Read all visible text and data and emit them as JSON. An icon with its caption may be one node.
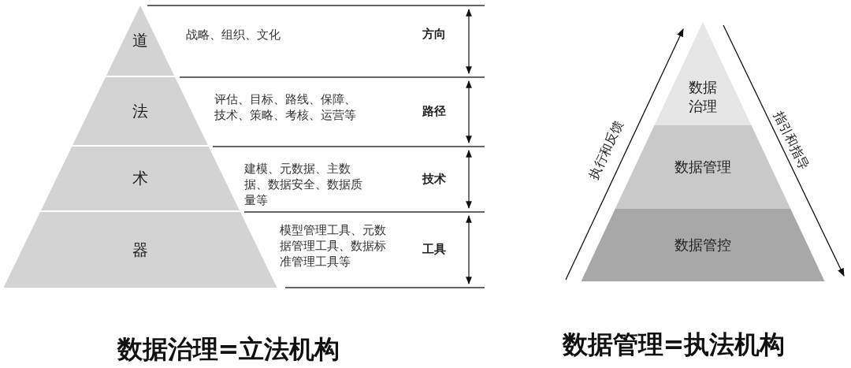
{
  "diagram": {
    "nodes": [
      {
        "text": [
          "道"
        ],
        "beside": [
          "战略、组织、文化"
        ]
      },
      {
        "text": [
          "法"
        ],
        "beside": [
          "评估、目标、路线、保障、技术、策略、考核、运营等"
        ]
      },
      {
        "text": [
          "术"
        ],
        "beside": [
          "建模、元数据、主数据、数据安全、数据质量等"
        ]
      },
      {
        "text": [
          "器"
        ],
        "beside": [
          "模型管理工具、元数据管理工具、数据标准管理工具等"
        ]
      },
      {
        "text": [
          "数据治理"
        ]
      },
      {
        "text": [
          "数据管理"
        ]
      },
      {
        "text": [
          "数据管控"
        ]
      }
    ],
    "labels": [
      "方向",
      "路径",
      "技术",
      "工具",
      "执行和反馈",
      "指引和指导",
      "数据治理=立法机构",
      "数据管理=执法机构"
    ]
  }
}
